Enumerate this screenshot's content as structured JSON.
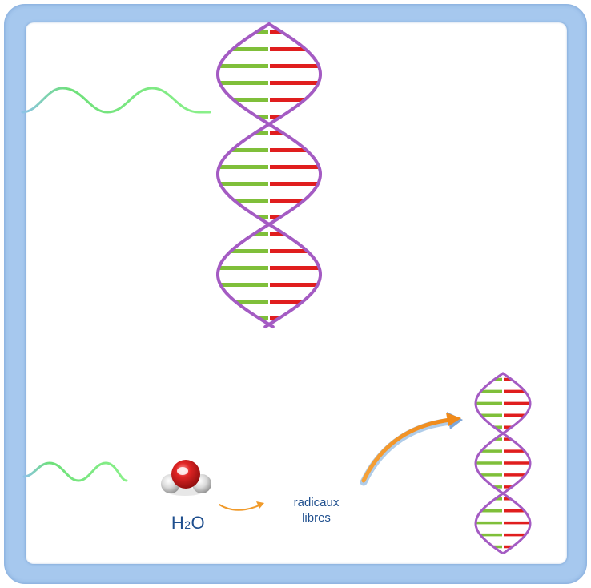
{
  "molecule": {
    "formula_main": "H",
    "formula_sub": "2",
    "formula_tail": "O"
  },
  "radicals": {
    "line1": "radicaux",
    "line2": "libres"
  },
  "colors": {
    "frame": "#a6c8ee",
    "backbone": "#a45bc3",
    "base_green": "#7fbf3a",
    "base_red": "#e01e1e",
    "wave": "#6ee07a",
    "arrow": "#f09a2a",
    "oxygen": "#d81f1f",
    "hydrogen": "#e6e6e6",
    "label": "#1f4f8e"
  }
}
